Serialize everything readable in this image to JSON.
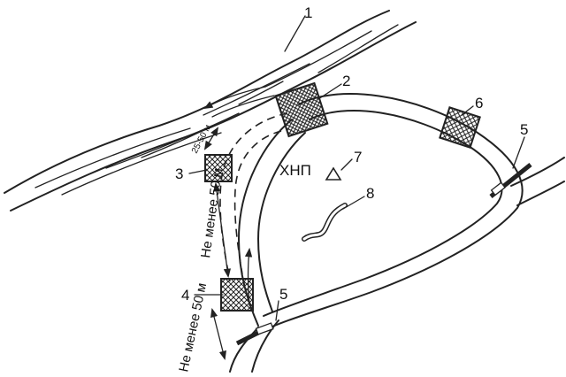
{
  "labels": {
    "n1": "1",
    "n2": "2",
    "n3": "3",
    "n4": "4",
    "n5a": "5",
    "n5b": "5",
    "n6": "6",
    "n7": "7",
    "n8": "8",
    "khnp": "ХНП",
    "gap_upper": "Не менее 50 м",
    "gap_lower": "Не менее 50 м",
    "range_small": "25-50 м"
  },
  "colors": {
    "ink": "#222222",
    "background": "#ffffff"
  },
  "icons": {
    "landmark": "triangle-icon",
    "pipe": "squiggle-pipe-icon"
  }
}
